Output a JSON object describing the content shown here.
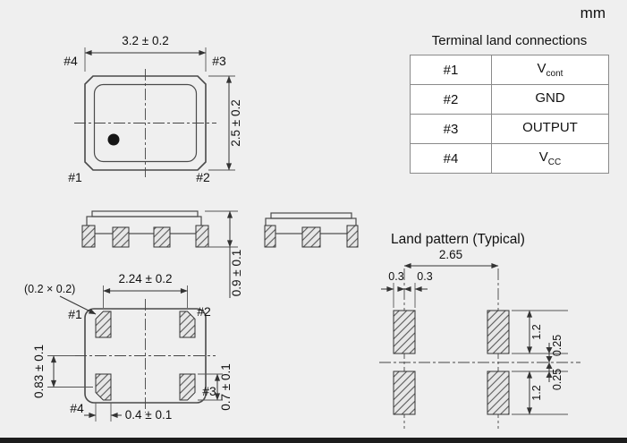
{
  "unit_label": "mm",
  "terminal_table": {
    "title": "Terminal land connections",
    "rows": [
      {
        "pin": "#1",
        "signal": "V",
        "signal_sub": "cont"
      },
      {
        "pin": "#2",
        "signal": "GND",
        "signal_sub": ""
      },
      {
        "pin": "#3",
        "signal": "OUTPUT",
        "signal_sub": ""
      },
      {
        "pin": "#4",
        "signal": "V",
        "signal_sub": "CC"
      }
    ]
  },
  "top_view": {
    "width_dim": "3.2 ± 0.2",
    "height_dim": "2.5 ± 0.2",
    "label_tl": "#4",
    "label_tr": "#3",
    "label_bl": "#1",
    "label_br": "#2"
  },
  "side_view": {
    "height_dim": "0.9 ± 0.1"
  },
  "bottom_view": {
    "pad_note": "(0.2 × 0.2)",
    "pad_pitch_x": "2.24 ± 0.2",
    "pad_offset_y": "0.83 ± 0.1",
    "pad_width": "0.4 ± 0.1",
    "pad_height": "0.7 ± 0.1",
    "label_tl": "#1",
    "label_tr": "#2",
    "label_bl": "#4",
    "label_br": "#3"
  },
  "land_pattern": {
    "title": "Land pattern (Typical)",
    "pitch_x": "2.65",
    "half_left": "0.3",
    "half_right": "0.3",
    "pad_h_top": "1.2",
    "gap_top": "0.25",
    "pad_h_bottom": "1.2",
    "gap_bottom": "0.25"
  }
}
